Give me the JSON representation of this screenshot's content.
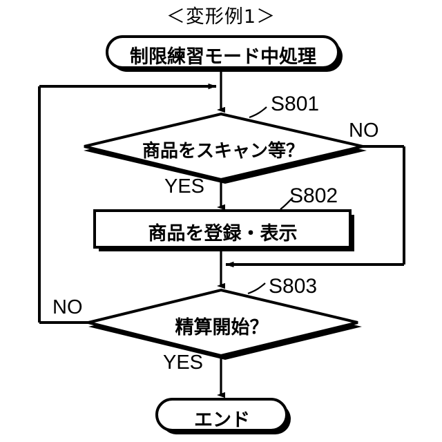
{
  "figure": {
    "title": "＜変形例1＞"
  },
  "nodes": {
    "start": {
      "label": "制限練習モード中処理",
      "shape": "stadium"
    },
    "decision_1": {
      "label": "商品をスキャン等？",
      "shape": "diamond",
      "step": "S801"
    },
    "process_1": {
      "label": "商品を登録・表示",
      "shape": "rectangle",
      "step": "S802"
    },
    "decision_2": {
      "label": "精算開始？",
      "shape": "diamond",
      "step": "S803"
    },
    "end": {
      "label": "エンド",
      "shape": "stadium"
    }
  },
  "edge_labels": {
    "d1_yes": "YES",
    "d1_no": "NO",
    "d2_yes": "YES",
    "d2_no": "NO"
  },
  "colors": {
    "stroke": "#000000",
    "fill": "#ffffff",
    "shadow": "#000000",
    "background": "#ffffff"
  }
}
